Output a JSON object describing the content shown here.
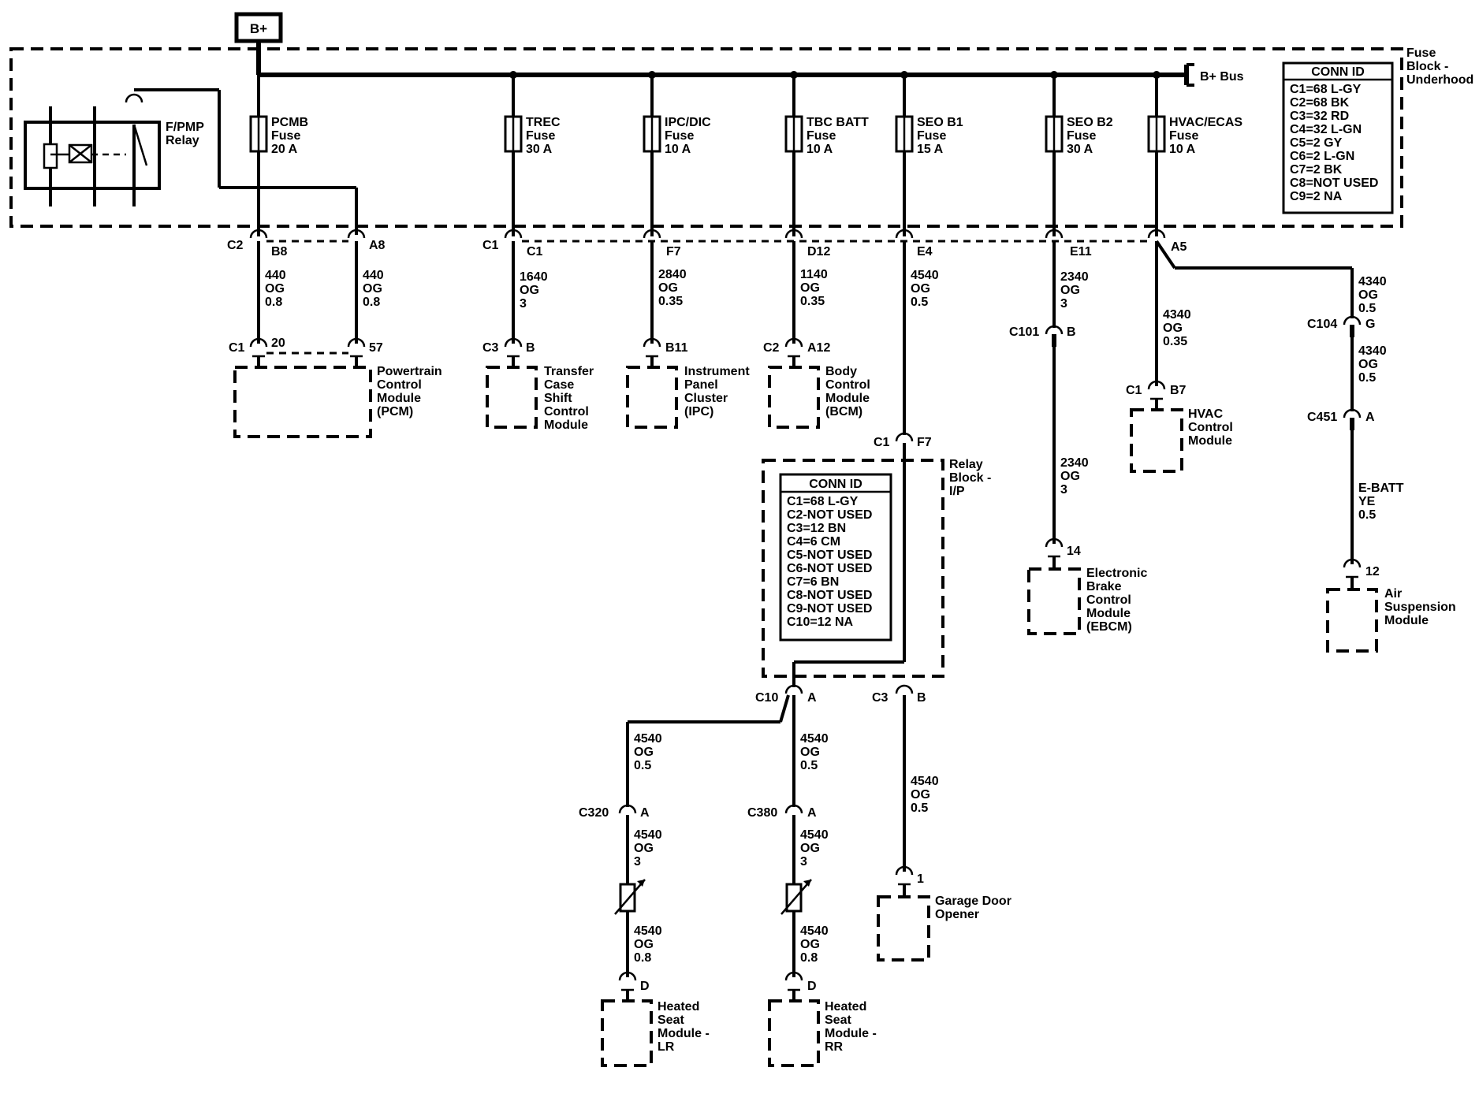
{
  "power": {
    "source": "B+",
    "bus_label": "B+ Bus"
  },
  "fuse_block": {
    "name_lines": [
      "Fuse",
      "Block -",
      "Underhood"
    ],
    "conn_id": {
      "title": "CONN ID",
      "lines": [
        "C1=68 L-GY",
        "C2=68 BK",
        "C3=32 RD",
        "C4=32 L-GN",
        "C5=2 GY",
        "C6=2 L-GN",
        "C7=2 BK",
        "C8=NOT USED",
        "C9=2 NA"
      ]
    }
  },
  "relay": {
    "name_lines": [
      "F/PMP",
      "Relay"
    ]
  },
  "fuses": [
    {
      "name": "PCMB",
      "type": "Fuse",
      "rating": "20 A"
    },
    {
      "name": "TREC",
      "type": "Fuse",
      "rating": "30 A"
    },
    {
      "name": "IPC/DIC",
      "type": "Fuse",
      "rating": "10 A"
    },
    {
      "name": "TBC BATT",
      "type": "Fuse",
      "rating": "10 A"
    },
    {
      "name": "SEO B1",
      "type": "Fuse",
      "rating": "15 A"
    },
    {
      "name": "SEO B2",
      "type": "Fuse",
      "rating": "30 A"
    },
    {
      "name": "HVAC/ECAS",
      "type": "Fuse",
      "rating": "10 A"
    }
  ],
  "connectors": [
    {
      "id": "C2",
      "pin": "B8"
    },
    {
      "id": "",
      "pin": "A8"
    },
    {
      "id": "C1",
      "pin": "C1"
    },
    {
      "id": "",
      "pin": "F7"
    },
    {
      "id": "",
      "pin": "D12"
    },
    {
      "id": "",
      "pin": "E4"
    },
    {
      "id": "",
      "pin": "E11"
    },
    {
      "id": "",
      "pin": "A5"
    },
    {
      "id": "C1",
      "pin": "20"
    },
    {
      "id": "",
      "pin": "57"
    },
    {
      "id": "C3",
      "pin": "B"
    },
    {
      "id": "",
      "pin": "B11"
    },
    {
      "id": "C2",
      "pin": "A12"
    },
    {
      "id": "C101",
      "pin": "B"
    },
    {
      "id": "C1",
      "pin": "B7"
    },
    {
      "id": "C104",
      "pin": "G"
    },
    {
      "id": "C451",
      "pin": "A"
    },
    {
      "id": "C1",
      "pin": "F7"
    },
    {
      "id": "",
      "pin": "14"
    },
    {
      "id": "",
      "pin": "12"
    },
    {
      "id": "C10",
      "pin": "A"
    },
    {
      "id": "C3",
      "pin": "B"
    },
    {
      "id": "C320",
      "pin": "A"
    },
    {
      "id": "C380",
      "pin": "A"
    },
    {
      "id": "",
      "pin": "1"
    },
    {
      "id": "",
      "pin": "D"
    },
    {
      "id": "",
      "pin": "D"
    }
  ],
  "wires": [
    {
      "circuit": "440",
      "color": "OG",
      "size": "0.8"
    },
    {
      "circuit": "440",
      "color": "OG",
      "size": "0.8"
    },
    {
      "circuit": "1640",
      "color": "OG",
      "size": "3"
    },
    {
      "circuit": "2840",
      "color": "OG",
      "size": "0.35"
    },
    {
      "circuit": "1140",
      "color": "OG",
      "size": "0.35"
    },
    {
      "circuit": "4540",
      "color": "OG",
      "size": "0.5"
    },
    {
      "circuit": "2340",
      "color": "OG",
      "size": "3"
    },
    {
      "circuit": "4340",
      "color": "OG",
      "size": "0.5"
    },
    {
      "circuit": "4340",
      "color": "OG",
      "size": "0.35"
    },
    {
      "circuit": "4340",
      "color": "OG",
      "size": "0.5"
    },
    {
      "circuit": "E-BATT",
      "color": "YE",
      "size": "0.5"
    },
    {
      "circuit": "2340",
      "color": "OG",
      "size": "3"
    },
    {
      "circuit": "4540",
      "color": "OG",
      "size": "0.5"
    },
    {
      "circuit": "4540",
      "color": "OG",
      "size": "0.5"
    },
    {
      "circuit": "4540",
      "color": "OG",
      "size": "0.5"
    },
    {
      "circuit": "4540",
      "color": "OG",
      "size": "3"
    },
    {
      "circuit": "4540",
      "color": "OG",
      "size": "3"
    },
    {
      "circuit": "4540",
      "color": "OG",
      "size": "0.8"
    },
    {
      "circuit": "4540",
      "color": "OG",
      "size": "0.8"
    }
  ],
  "modules": [
    {
      "name_lines": [
        "Powertrain",
        "Control",
        "Module",
        "(PCM)"
      ]
    },
    {
      "name_lines": [
        "Transfer",
        "Case",
        "Shift",
        "Control",
        "Module"
      ]
    },
    {
      "name_lines": [
        "Instrument",
        "Panel",
        "Cluster",
        "(IPC)"
      ]
    },
    {
      "name_lines": [
        "Body",
        "Control",
        "Module",
        "(BCM)"
      ]
    },
    {
      "name_lines": [
        "HVAC",
        "Control",
        "Module"
      ]
    },
    {
      "name_lines": [
        "Electronic",
        "Brake",
        "Control",
        "Module",
        "(EBCM)"
      ]
    },
    {
      "name_lines": [
        "Air",
        "Suspension",
        "Module"
      ]
    },
    {
      "name_lines": [
        "Garage Door",
        "Opener"
      ]
    },
    {
      "name_lines": [
        "Heated",
        "Seat",
        "Module -",
        "LR"
      ]
    },
    {
      "name_lines": [
        "Heated",
        "Seat",
        "Module -",
        "RR"
      ]
    }
  ],
  "relay_block": {
    "name_lines": [
      "Relay",
      "Block -",
      "I/P"
    ],
    "conn_id": {
      "title": "CONN ID",
      "lines": [
        "C1=68 L-GY",
        "C2-NOT USED",
        "C3=12 BN",
        "C4=6 CM",
        "C5-NOT USED",
        "C6-NOT USED",
        "C7=6 BN",
        "C8-NOT USED",
        "C9-NOT USED",
        "C10=12 NA"
      ]
    }
  }
}
